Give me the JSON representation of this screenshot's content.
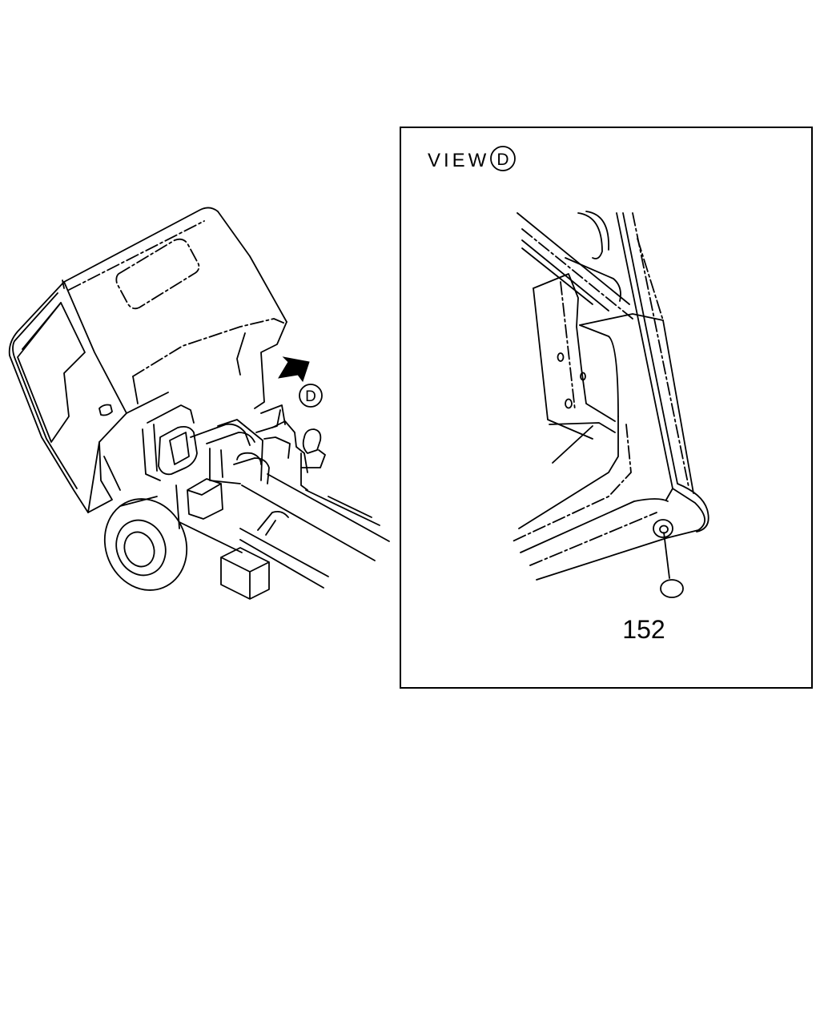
{
  "callout_view_letter": "D",
  "view_panel": {
    "title_prefix": "VIEW",
    "title_letter": "D",
    "part_number": "152"
  },
  "colors": {
    "ink": "#000000",
    "background": "#ffffff"
  }
}
